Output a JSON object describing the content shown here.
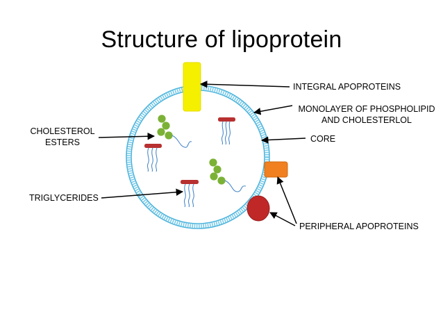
{
  "title": "Structure of lipoprotein",
  "labels": {
    "integral": "INTEGRAL APOPROTEINS",
    "monolayer_line1": "MONOLAYER OF PHOSPHOLIPID",
    "monolayer_line2": "AND CHOLESTERLOL",
    "core": "CORE",
    "cholesterol_line1": "CHOLESTEROL",
    "cholesterol_line2": "ESTERS",
    "triglycerides": "TRIGLYCERIDES",
    "peripheral": "PERIPHERAL APOPROTEINS"
  },
  "colors": {
    "membrane": "#4db4dc",
    "integral_protein": "#f5f000",
    "peripheral_orange": "#f08020",
    "peripheral_red": "#c02828",
    "ester_ball": "#7bb236",
    "lipid_head": "#b83030",
    "lipid_tail": "#4a88c8",
    "arrow": "#000000"
  }
}
